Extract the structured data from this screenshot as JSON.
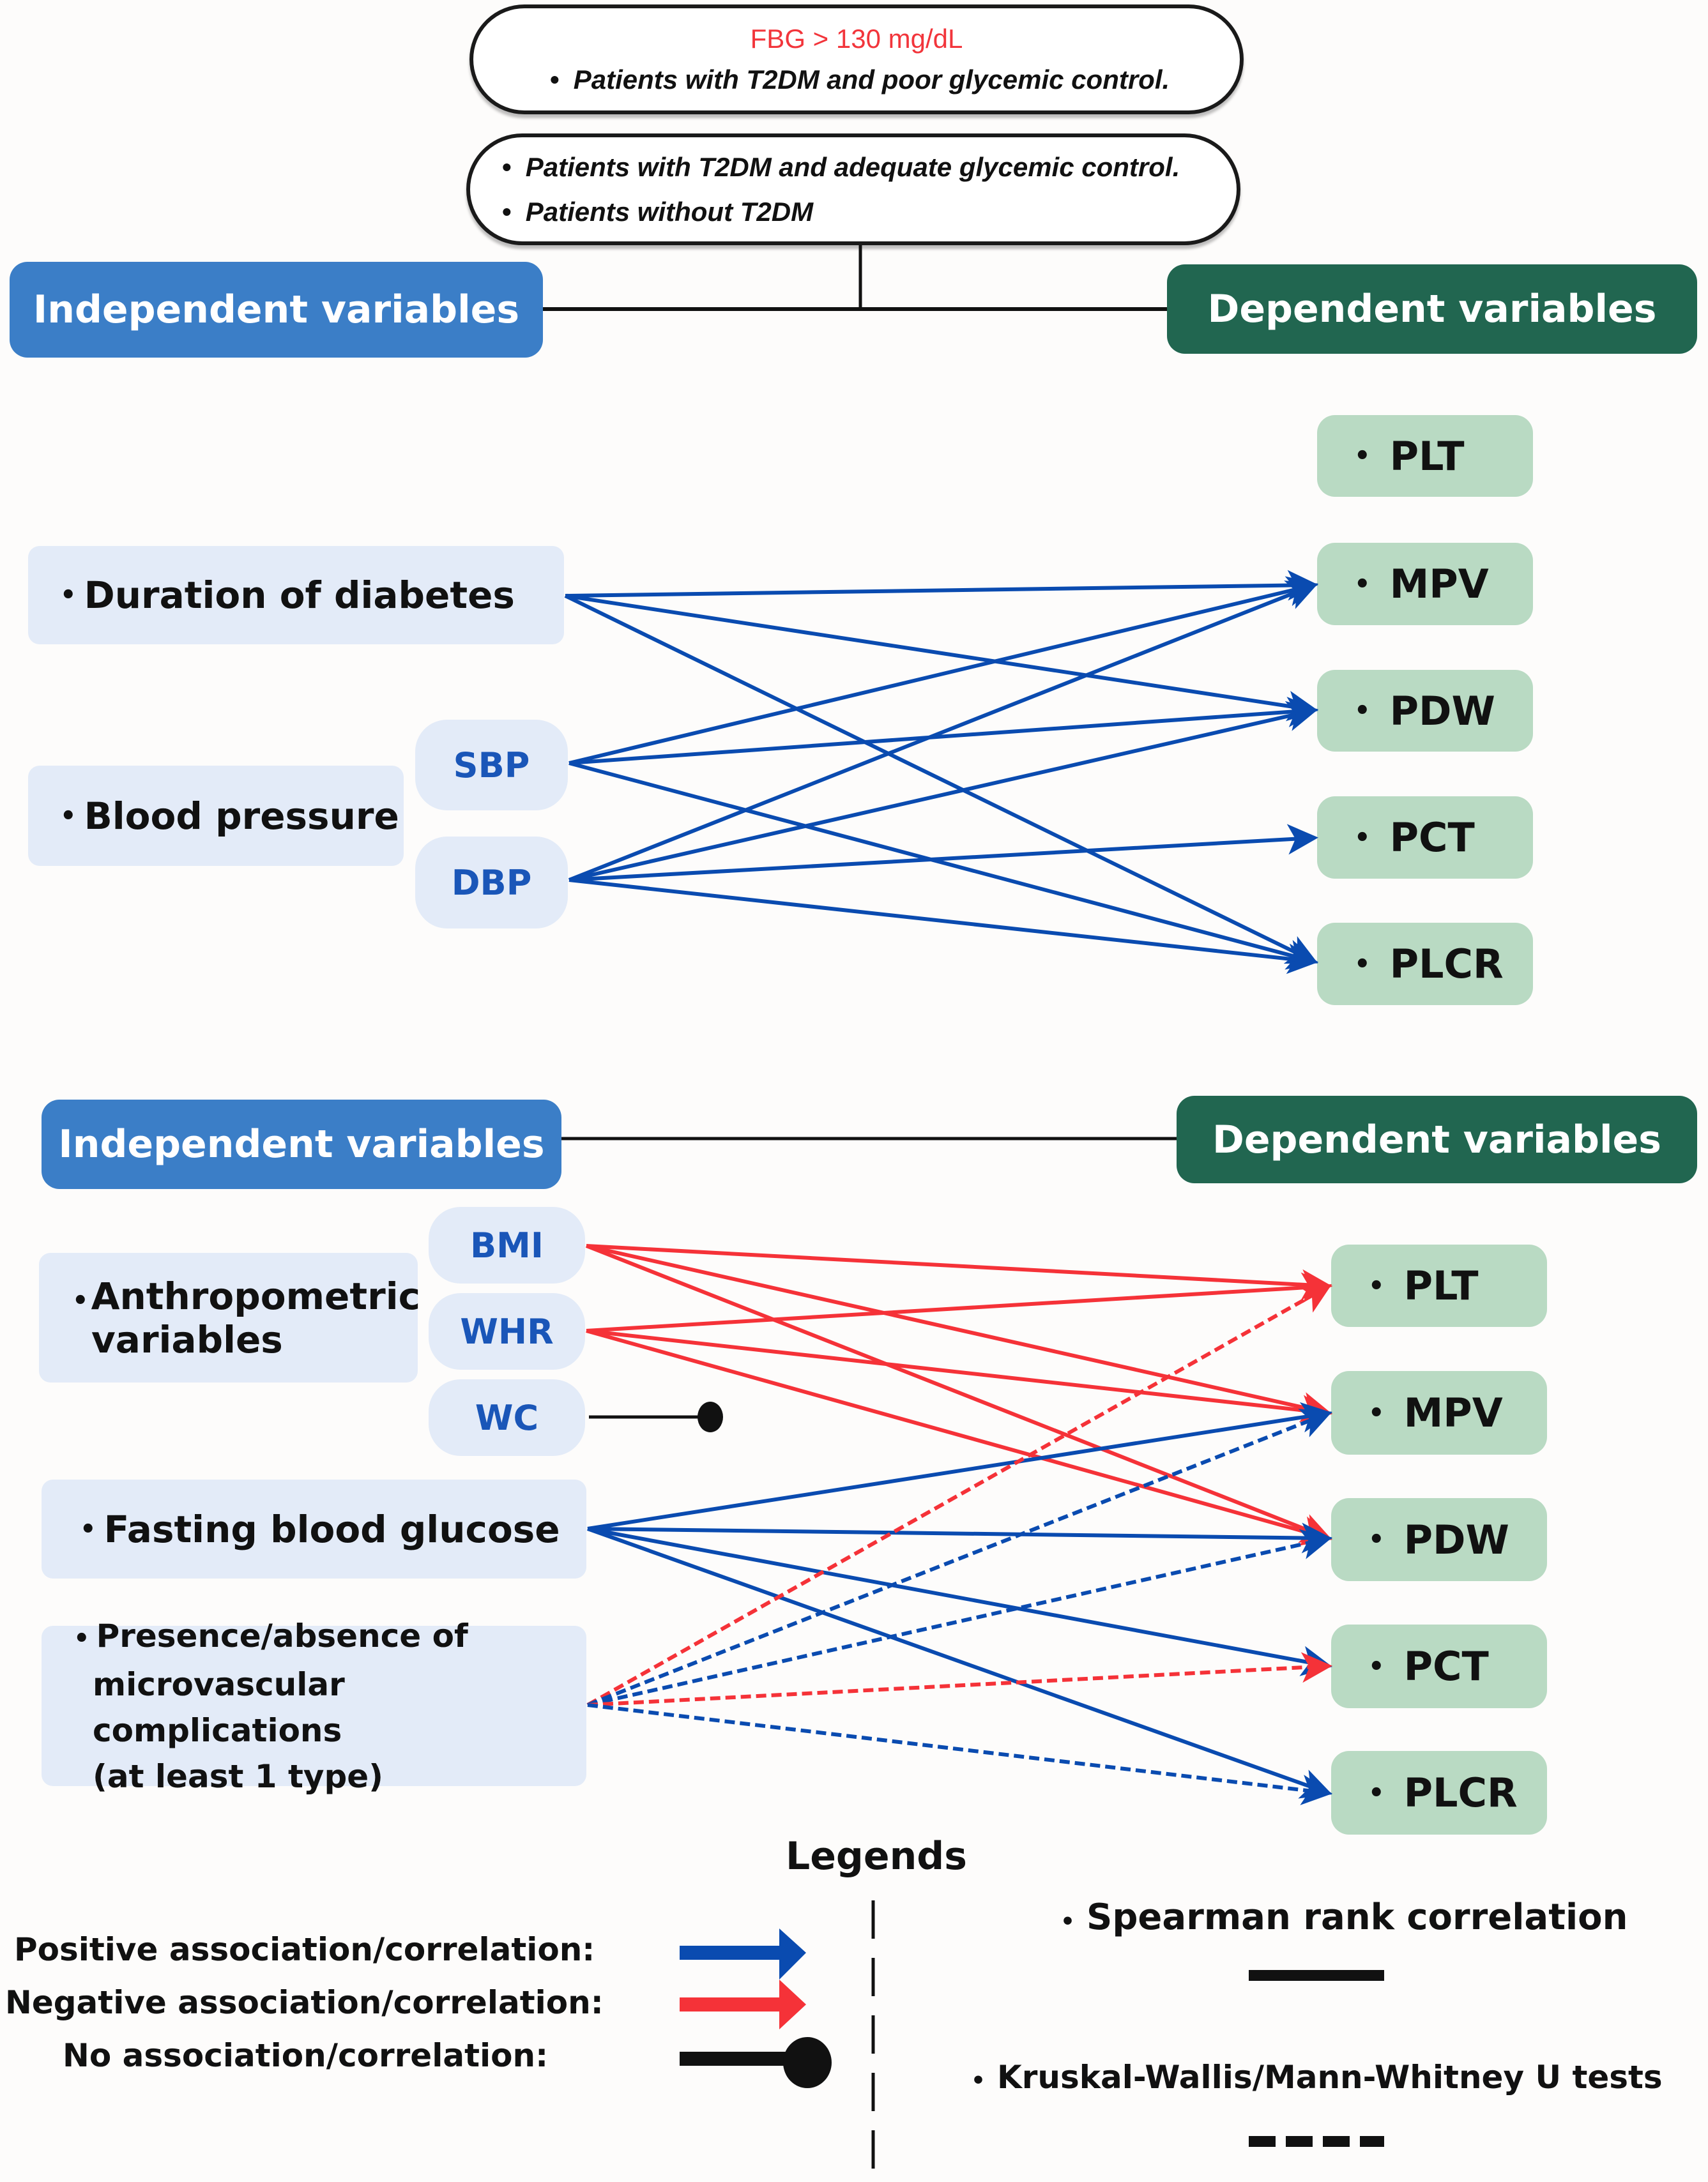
{
  "top_groups": {
    "poor_control": {
      "threshold": "FBG > 130 mg/dL",
      "items": [
        "Patients with T2DM and poor glycemic control."
      ]
    },
    "comparison": {
      "items": [
        "Patients with T2DM and adequate glycemic control.",
        "Patients without T2DM"
      ]
    }
  },
  "panel1": {
    "independent_header": "Independent variables",
    "dependent_header": "Dependent variables",
    "independent": [
      {
        "id": "duration",
        "label": "Duration of diabetes"
      },
      {
        "id": "bp",
        "label": "Blood pressure",
        "subs": [
          {
            "id": "sbp",
            "label": "SBP"
          },
          {
            "id": "dbp",
            "label": "DBP"
          }
        ]
      }
    ],
    "dependent": [
      "PLT",
      "MPV",
      "PDW",
      "PCT",
      "PLCR"
    ],
    "links": [
      {
        "from": "Duration of diabetes",
        "to": "MPV",
        "type": "positive",
        "test": "spearman"
      },
      {
        "from": "Duration of diabetes",
        "to": "PDW",
        "type": "positive",
        "test": "spearman"
      },
      {
        "from": "Duration of diabetes",
        "to": "PLCR",
        "type": "positive",
        "test": "spearman"
      },
      {
        "from": "SBP",
        "to": "MPV",
        "type": "positive",
        "test": "spearman"
      },
      {
        "from": "SBP",
        "to": "PDW",
        "type": "positive",
        "test": "spearman"
      },
      {
        "from": "SBP",
        "to": "PLCR",
        "type": "positive",
        "test": "spearman"
      },
      {
        "from": "DBP",
        "to": "MPV",
        "type": "positive",
        "test": "spearman"
      },
      {
        "from": "DBP",
        "to": "PDW",
        "type": "positive",
        "test": "spearman"
      },
      {
        "from": "DBP",
        "to": "PCT",
        "type": "positive",
        "test": "spearman"
      },
      {
        "from": "DBP",
        "to": "PLCR",
        "type": "positive",
        "test": "spearman"
      }
    ]
  },
  "panel2": {
    "independent_header": "Independent variables",
    "dependent_header": "Dependent variables",
    "independent": [
      {
        "id": "anthro",
        "label_line1": "Anthropometric",
        "label_line2": "variables",
        "subs": [
          {
            "id": "bmi",
            "label": "BMI"
          },
          {
            "id": "whr",
            "label": "WHR"
          },
          {
            "id": "wc",
            "label": "WC"
          }
        ]
      },
      {
        "id": "fbg",
        "label": "Fasting blood glucose"
      },
      {
        "id": "micro",
        "label_line1": "Presence/absence of",
        "label_line2": "microvascular complications",
        "label_line3": "(at least 1 type)"
      }
    ],
    "dependent": [
      "PLT",
      "MPV",
      "PDW",
      "PCT",
      "PLCR"
    ],
    "links": [
      {
        "from": "BMI",
        "to": "PLT",
        "type": "negative",
        "test": "spearman"
      },
      {
        "from": "BMI",
        "to": "MPV",
        "type": "negative",
        "test": "spearman"
      },
      {
        "from": "BMI",
        "to": "PDW",
        "type": "negative",
        "test": "spearman"
      },
      {
        "from": "WHR",
        "to": "PLT",
        "type": "negative",
        "test": "spearman"
      },
      {
        "from": "WHR",
        "to": "MPV",
        "type": "negative",
        "test": "spearman"
      },
      {
        "from": "WHR",
        "to": "PDW",
        "type": "negative",
        "test": "spearman"
      },
      {
        "from": "WC",
        "to": null,
        "type": "none",
        "test": "spearman"
      },
      {
        "from": "Fasting blood glucose",
        "to": "MPV",
        "type": "positive",
        "test": "spearman"
      },
      {
        "from": "Fasting blood glucose",
        "to": "PDW",
        "type": "positive",
        "test": "spearman"
      },
      {
        "from": "Fasting blood glucose",
        "to": "PCT",
        "type": "positive",
        "test": "spearman"
      },
      {
        "from": "Fasting blood glucose",
        "to": "PLCR",
        "type": "positive",
        "test": "spearman"
      },
      {
        "from": "Microvascular complications",
        "to": "PLT",
        "type": "negative",
        "test": "kruskal"
      },
      {
        "from": "Microvascular complications",
        "to": "MPV",
        "type": "positive",
        "test": "kruskal"
      },
      {
        "from": "Microvascular complications",
        "to": "PDW",
        "type": "positive",
        "test": "kruskal"
      },
      {
        "from": "Microvascular complications",
        "to": "PCT",
        "type": "negative",
        "test": "kruskal"
      },
      {
        "from": "Microvascular complications",
        "to": "PLCR",
        "type": "positive",
        "test": "kruskal"
      }
    ]
  },
  "legend": {
    "title": "Legends",
    "positive": "Positive association/correlation:",
    "negative": "Negative association/correlation:",
    "none": "No association/correlation:",
    "spearman": "Spearman rank correlation",
    "kruskal": "Kruskal-Wallis/Mann-Whitney U tests"
  },
  "colors": {
    "positive": "#0a4bb0",
    "negative": "#f53238",
    "none": "#111111",
    "independent_header": "#3b7ec7",
    "dependent_header": "#216650",
    "independent_box": "#e3ebf8",
    "dependent_box": "#b9dac3",
    "threshold_text": "#f2353b"
  },
  "bullet": "•"
}
